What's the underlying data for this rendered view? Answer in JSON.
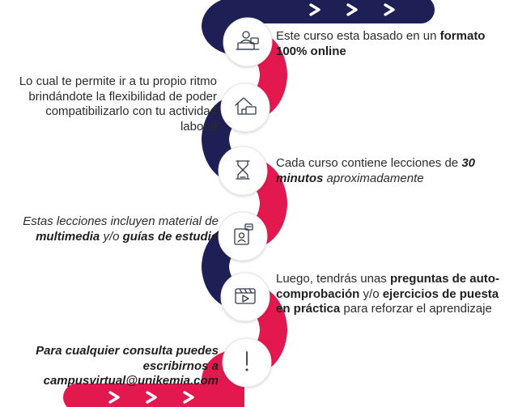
{
  "colors": {
    "navy": "#1e1f55",
    "crimson": "#e3184f",
    "node_fill": "#ffffff",
    "node_ring": "#e5e5e5",
    "icon": "#333a4a"
  },
  "steps": [
    {
      "side": "right",
      "icon": "online-student-icon",
      "runs": [
        {
          "t": "Este curso esta basado en un ",
          "s": ""
        },
        {
          "t": "formato 100% online",
          "s": "b"
        }
      ]
    },
    {
      "side": "left",
      "icon": "home-work-icon",
      "runs": [
        {
          "t": "Lo cual te permite ir a tu propio ritmo brindándote la flexibilidad de poder compatibilizarlo con tu actividad laboral",
          "s": ""
        }
      ]
    },
    {
      "side": "right",
      "icon": "hourglass-icon",
      "runs": [
        {
          "t": "Cada curso contiene lecciones de ",
          "s": ""
        },
        {
          "t": "30 minutos",
          "s": "bi"
        },
        {
          "t": " aproximadamente",
          "s": "i"
        }
      ]
    },
    {
      "side": "left",
      "icon": "study-material-icon",
      "runs": [
        {
          "t": "Estas lecciones incluyen material de ",
          "s": "i"
        },
        {
          "t": "multimedia",
          "s": "bi"
        },
        {
          "t": " y/o ",
          "s": "i"
        },
        {
          "t": "guías de estudio",
          "s": "bi"
        }
      ]
    },
    {
      "side": "right",
      "icon": "video-player-icon",
      "runs": [
        {
          "t": "Luego, tendrás unas ",
          "s": ""
        },
        {
          "t": "preguntas de auto-comprobación",
          "s": "b"
        },
        {
          "t": " y/o ",
          "s": ""
        },
        {
          "t": "ejercicios de puesta en práctica",
          "s": "b"
        },
        {
          "t": " para reforzar el aprendizaje",
          "s": ""
        }
      ]
    },
    {
      "side": "left",
      "icon": "exclamation-icon",
      "runs": [
        {
          "t": "Para cualquier consulta puedes escribirnos a campusvirtual@unikemia.com",
          "s": "bi"
        }
      ]
    }
  ]
}
